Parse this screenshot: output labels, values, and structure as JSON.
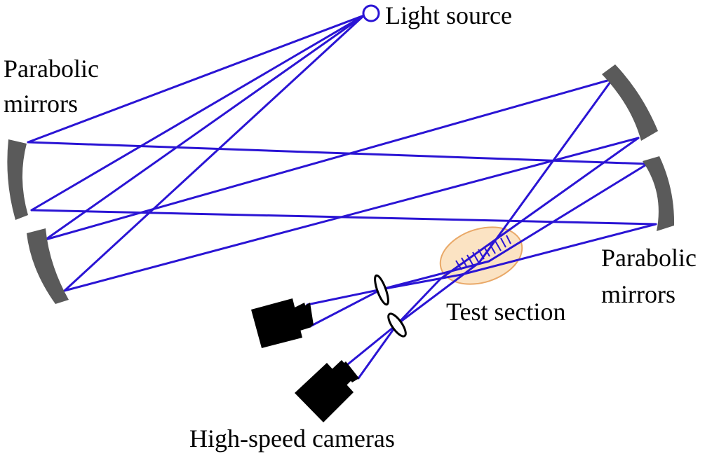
{
  "labels": {
    "light_source": "Light source",
    "parabolic_mirrors_left": [
      "Parabolic",
      "mirrors"
    ],
    "parabolic_mirrors_right": [
      "Parabolic",
      "mirrors"
    ],
    "test_section": "Test section",
    "cameras": "High-speed cameras"
  },
  "colors": {
    "beam": "#2a14d4",
    "mirror": "#5a5a5a",
    "test_section_fill": "#fbe3c3",
    "test_section_stroke": "#e9a867",
    "camera": "#000000"
  }
}
